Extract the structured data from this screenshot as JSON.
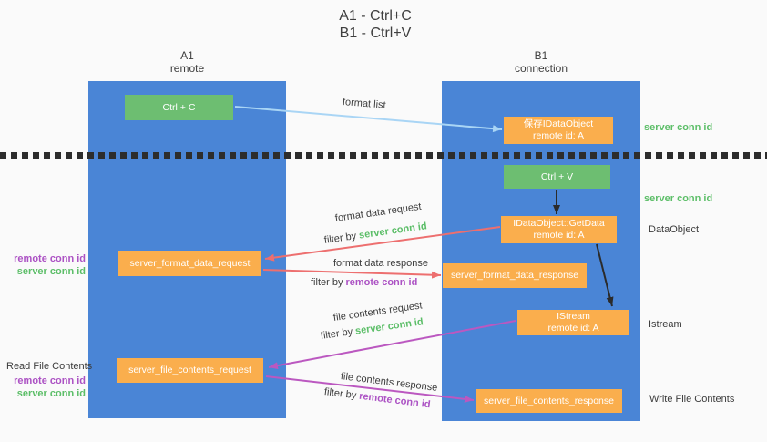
{
  "title": {
    "line1": "A1 - Ctrl+C",
    "line2": "B1 - Ctrl+V"
  },
  "columns": {
    "left": {
      "name": "A1",
      "role": "remote"
    },
    "right": {
      "name": "B1",
      "role": "connection"
    }
  },
  "nodes": {
    "ctrl_c": "Ctrl + C",
    "save_idataobject": {
      "line1": "保存IDataObject",
      "line2": "remote id: A"
    },
    "ctrl_v": "Ctrl + V",
    "getdata": {
      "line1": "IDataObject::GetData",
      "line2": "remote id: A"
    },
    "format_request": "server_format_data_request",
    "format_response": "server_format_data_response",
    "istream": {
      "line1": "IStream",
      "line2": "remote id: A"
    },
    "file_request": "server_file_contents_request",
    "file_response": "server_file_contents_response"
  },
  "labels": {
    "format_list": "format list",
    "format_data_request": "format data request",
    "format_data_response": "format data response",
    "file_contents_request": "file contents request",
    "file_contents_response": "file contents response",
    "filter_by": "filter by",
    "server_conn_id": "server conn id",
    "remote_conn_id": "remote conn id"
  },
  "side_labels": {
    "right_server_conn_id_top": "server conn id",
    "right_server_conn_id_mid": "server conn id",
    "dataobject": "DataObject",
    "istream": "Istream",
    "write_file_contents": "Write File Contents",
    "left_remote_conn_id_1": "remote conn id",
    "left_server_conn_id_1": "server conn id",
    "read_file_contents": "Read File Contents",
    "left_remote_conn_id_2": "remote conn id",
    "left_server_conn_id_2": "server conn id"
  },
  "colors": {
    "background": "#FAFAFA",
    "column_blue": "#4A85D6",
    "node_green": "#6DBE71",
    "node_orange": "#FAAE4D",
    "arrow_light_blue": "#A9D5F5",
    "arrow_red": "#ED6F6F",
    "arrow_magenta": "#BB58C0",
    "arrow_black": "#2B2B2B",
    "label_green": "#5CBE68",
    "label_purple": "#AC52C4",
    "text_dark": "#3C3C3C",
    "divider_black": "#2D2D2D"
  }
}
